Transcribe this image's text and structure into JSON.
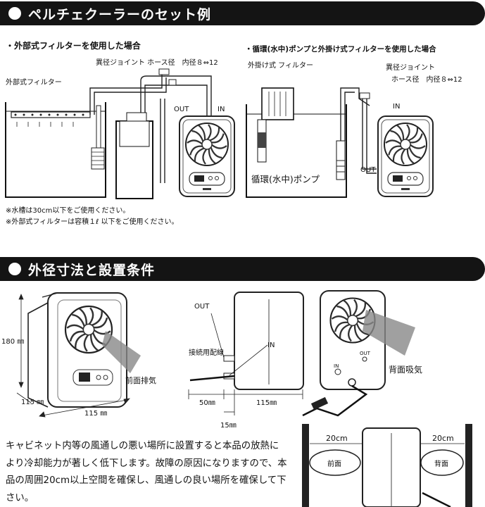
{
  "section1": {
    "title": "ペルチェクーラーのセット例"
  },
  "left": {
    "subtitle": "・外部式フィルターを使用した場合",
    "joint_label": "異径ジョイント ホース径　内径８⇔12",
    "filter_label": "外部式フィルター",
    "out": "OUT",
    "in": "IN"
  },
  "right": {
    "subtitle": "・循環(水中)ポンプと外掛け式フィルターを使用した場合",
    "hang_filter_label": "外掛け式 フィルター",
    "joint_label": "異径ジョイント",
    "hose_label": "ホース径　内径８⇔12",
    "in": "IN",
    "out": "OUT",
    "pump_label": "循環(水中)ポンプ"
  },
  "notes": [
    "※水槽は30cm以下をご使用ください。",
    "※外部式フィルターは容積１ℓ 以下をご使用ください。"
  ],
  "section2": {
    "title": "外径寸法と設置条件"
  },
  "dims": {
    "height": "180 ㎜",
    "depth": "115 ㎜",
    "width": "115 ㎜",
    "front_exhaust": "前面排気",
    "out": "OUT",
    "in": "IN",
    "cable": "接続用配線",
    "d50": "50㎜",
    "d115": "115㎜",
    "d15": "15㎜",
    "back_intake": "背面吸気",
    "back_in": "IN",
    "back_out": "OUT"
  },
  "install": {
    "left_gap": "20cm",
    "right_gap": "20cm",
    "front": "前面",
    "back": "背面"
  },
  "paragraph": "キャビネット内等の風通しの悪い場所に設置すると本品の放熱により冷却能力が著しく低下します。故障の原因になりますので、本品の周囲20cm以上空間を確保し、風通しの良い場所を確保して下さい。"
}
